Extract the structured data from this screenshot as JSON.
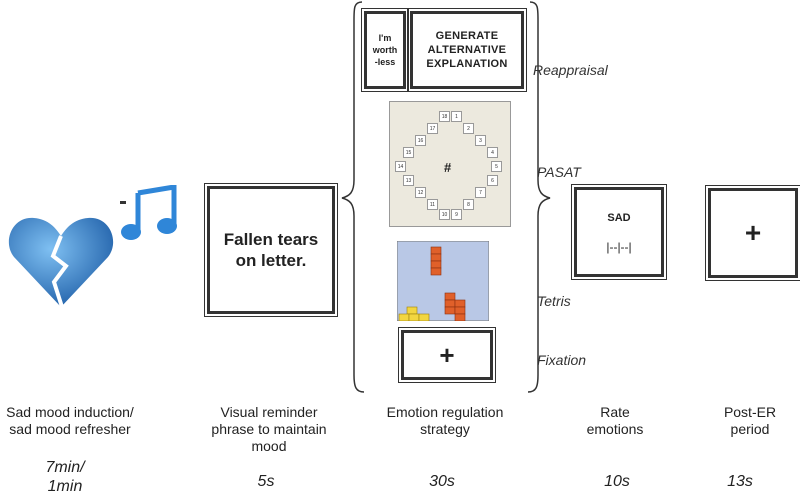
{
  "stages": [
    {
      "caption": "Sad mood induction/\nsad mood refresher",
      "duration": "7min/\n1min"
    },
    {
      "caption": "Visual reminder\nphrase to maintain\nmood",
      "duration": "5s",
      "card_text": "Fallen tears\non letter."
    },
    {
      "caption": "Emotion regulation\nstrategy",
      "duration": "30s"
    },
    {
      "caption": "Rate\nemotions",
      "duration": "10s",
      "card_title": "SAD",
      "card_scale": "|--|--|"
    },
    {
      "caption": "Post-ER\nperiod",
      "duration": "13s",
      "card_symbol": "+"
    }
  ],
  "strategies": {
    "reappraisal": {
      "label": "Reappraisal",
      "thought": "I'm\nworth\n-less",
      "instruction": "GENERATE\nALTERNATIVE\nEXPLANATION"
    },
    "pasat": {
      "label": "PASAT",
      "center_symbol": "#",
      "numbers": [
        "18",
        "1",
        "17",
        "2",
        "16",
        "3",
        "15",
        "4",
        "14",
        "5",
        "13",
        "6",
        "12",
        "7",
        "11",
        "8",
        "10",
        "9"
      ]
    },
    "tetris": {
      "label": "Tetris"
    },
    "fixation": {
      "label": "Fixation",
      "symbol": "+"
    }
  },
  "icons": [
    "broken-heart-icon",
    "music-note-icon"
  ],
  "colors": {
    "heart": "#2f7fc6",
    "note": "#3a8fe0",
    "tetris_bg": "#b9c8e6",
    "tetris_orange": "#e0602a",
    "tetris_yellow": "#f2d640",
    "pasat_bg": "#ece9de"
  }
}
